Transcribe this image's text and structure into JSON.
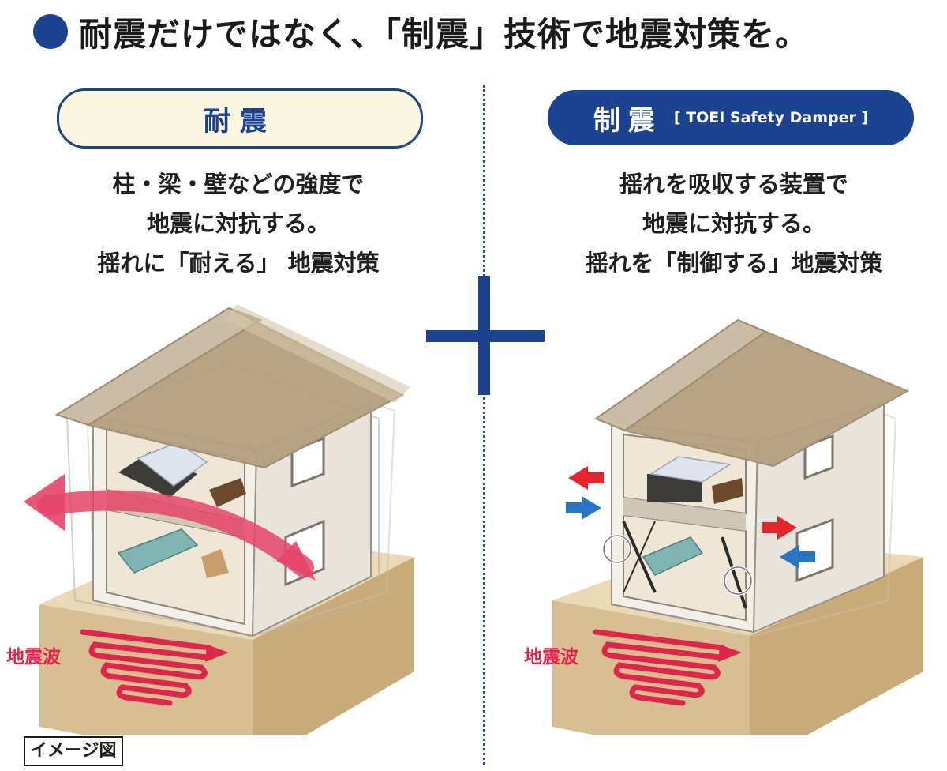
{
  "title": "耐震だけではなく、「制震」技術で地震対策を。",
  "left": {
    "heading": "耐震",
    "lines": [
      "柱・梁・壁などの強度で",
      "地震に対抗する。",
      "揺れに「耐える」 地震対策"
    ],
    "wave_label": "地震波"
  },
  "right": {
    "heading": "制震",
    "subheading": "[ TOEI Safety Damper ]",
    "lines": [
      "揺れを吸収する装置で",
      "地震に対抗する。",
      "揺れを「制御する」地震対策"
    ],
    "wave_label": "地震波"
  },
  "note": "イメージ図",
  "colors": {
    "navy": "#1b4391",
    "pill_fill": "#fbf6df",
    "ground": "#e3cfa6",
    "wave_red": "#e0254a",
    "arrow_red": "#e5242e",
    "arrow_blue": "#2a74c4"
  }
}
